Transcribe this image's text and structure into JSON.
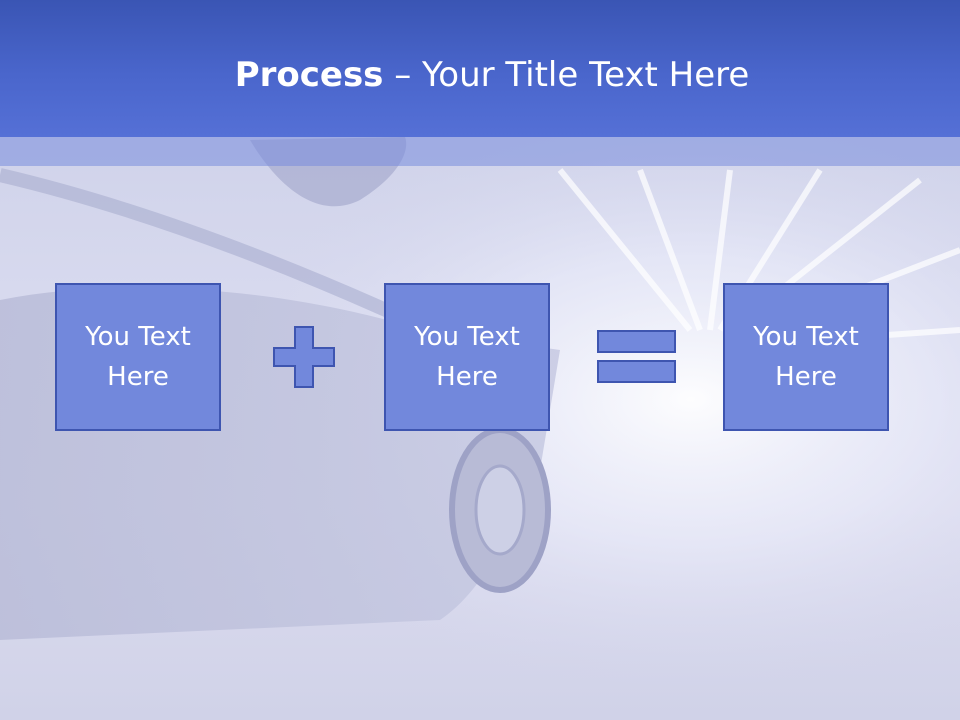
{
  "title": {
    "bold": "Process",
    "rest": " – Your Title Text Here"
  },
  "boxes": [
    {
      "label": "You Text Here"
    },
    {
      "label": "You Text Here"
    },
    {
      "label": "You Text Here"
    }
  ],
  "operators": [
    "plus-icon",
    "equals-icon"
  ],
  "colors": {
    "title_bar": "#4a66cc",
    "box_fill": "#7288dc",
    "box_border": "#3e55b0"
  }
}
